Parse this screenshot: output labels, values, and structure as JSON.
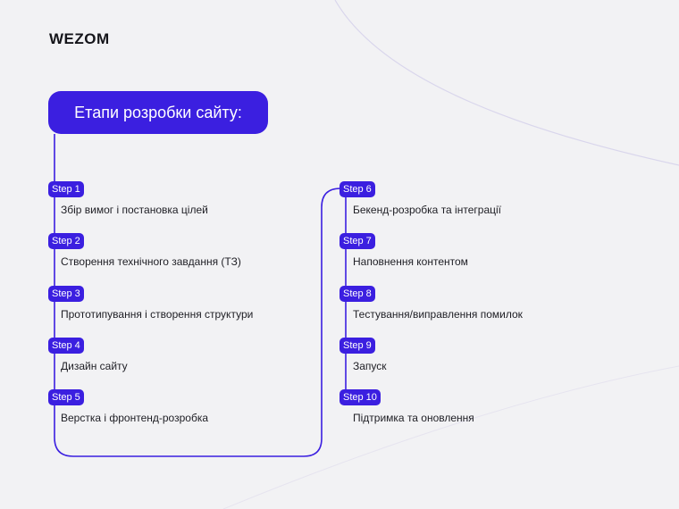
{
  "logo": "WEZOM",
  "title": "Етапи розробки сайту:",
  "colors": {
    "accent": "#3b1fe0",
    "background": "#f2f2f4",
    "text": "#1e1e24",
    "arc": "#d9d6ec"
  },
  "steps_left": [
    {
      "badge": "Step 1",
      "label": "Збір вимог і постановка цілей"
    },
    {
      "badge": "Step 2",
      "label": "Створення технічного завдання (ТЗ)"
    },
    {
      "badge": "Step 3",
      "label": "Прототипування і створення структури"
    },
    {
      "badge": "Step 4",
      "label": "Дизайн сайту"
    },
    {
      "badge": "Step 5",
      "label": "Верстка і фронтенд-розробка"
    }
  ],
  "steps_right": [
    {
      "badge": "Step 6",
      "label": "Бекенд-розробка та інтеграції"
    },
    {
      "badge": "Step 7",
      "label": "Наповнення контентом"
    },
    {
      "badge": "Step 8",
      "label": "Тестування/виправлення помилок"
    },
    {
      "badge": "Step 9",
      "label": "Запуск"
    },
    {
      "badge": "Step 10",
      "label": "Підтримка та оновлення"
    }
  ]
}
